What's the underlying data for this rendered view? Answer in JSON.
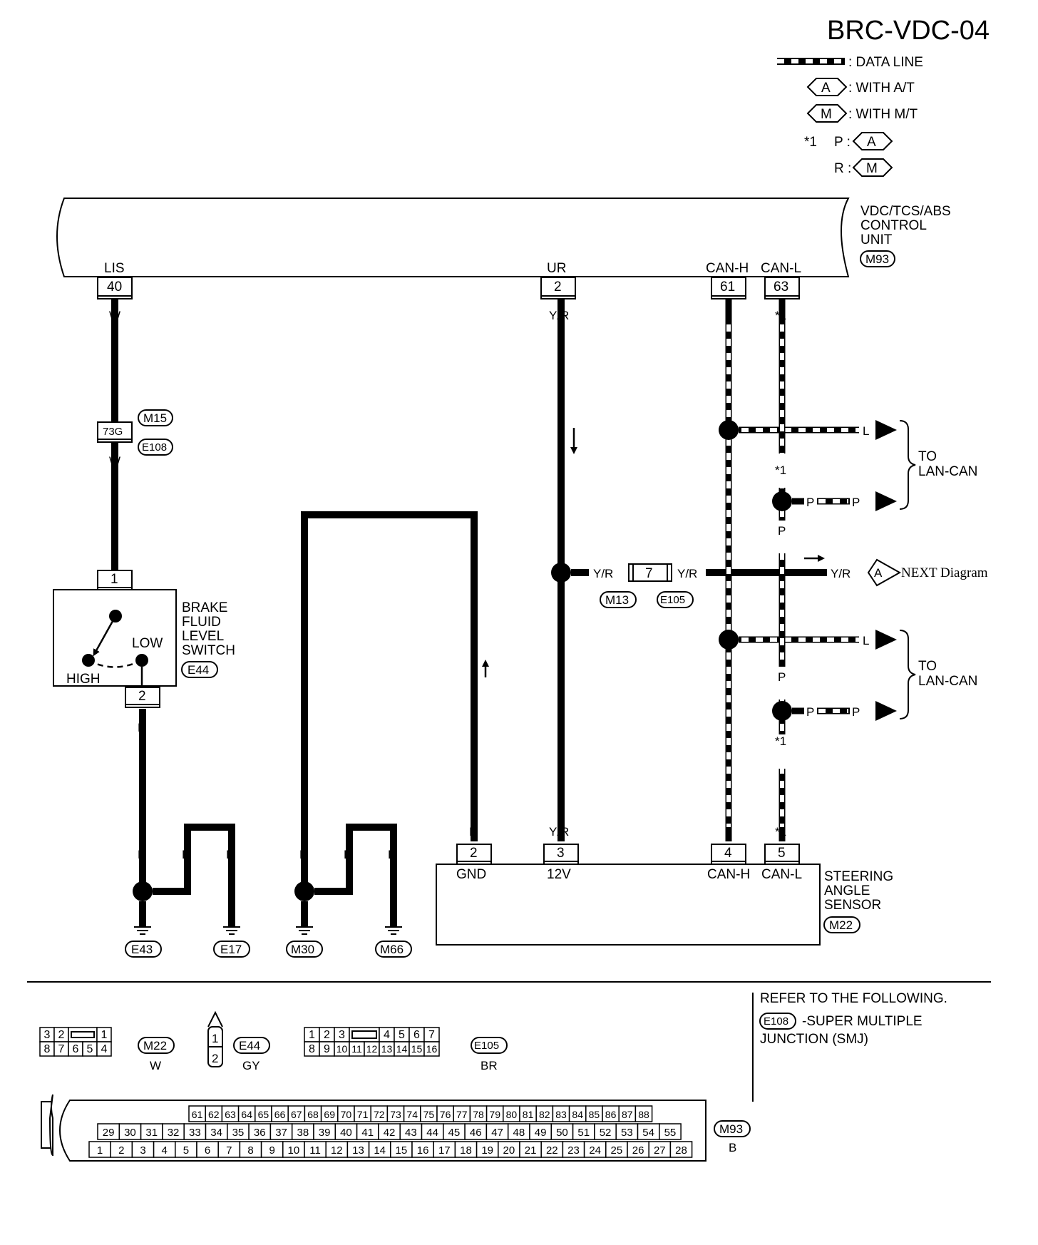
{
  "header": {
    "title": "BRC-VDC-04",
    "legend": {
      "data_line": ": DATA LINE",
      "with_at": ": WITH A/T",
      "with_mt": ": WITH M/T",
      "at_code": "A",
      "mt_code": "M",
      "star1": "*1",
      "p_prefix": "P :",
      "r_prefix": "R :"
    }
  },
  "control_unit": {
    "name_line1": "VDC/TCS/ABS",
    "name_line2": "CONTROL",
    "name_line3": "UNIT",
    "connector": "M93",
    "pins": [
      {
        "label": "LIS",
        "num": "40"
      },
      {
        "label": "UR",
        "num": "2"
      },
      {
        "label": "CAN-H",
        "num": "61"
      },
      {
        "label": "CAN-L",
        "num": "63"
      }
    ]
  },
  "wires": {
    "w": "W",
    "yr": "Y/R",
    "l": "L",
    "p": "P",
    "b": "B",
    "star1": "*1"
  },
  "junction": {
    "pin": "73G",
    "conn_top": "M15",
    "conn_bottom": "E108"
  },
  "brake_switch": {
    "line1": "BRAKE",
    "line2": "FLUID",
    "line3": "LEVEL",
    "line4": "SWITCH",
    "connector": "E44",
    "pin_top": "1",
    "pin_bottom": "2",
    "low": "LOW",
    "high": "HIGH"
  },
  "inline_connector": {
    "pin": "7",
    "left_conn": "M13",
    "right_conn": "E105"
  },
  "lan_can": {
    "to": "TO",
    "name": "LAN-CAN",
    "next": "NEXT Diagram",
    "next_code": "A"
  },
  "grounds": [
    "E43",
    "E17",
    "M30",
    "M66"
  ],
  "steering_sensor": {
    "line1": "STEERING",
    "line2": "ANGLE",
    "line3": "SENSOR",
    "connector": "M22",
    "pins": [
      {
        "num": "2",
        "label": "GND"
      },
      {
        "num": "3",
        "label": "12V"
      },
      {
        "num": "4",
        "label": "CAN-H"
      },
      {
        "num": "5",
        "label": "CAN-L"
      }
    ]
  },
  "connector_views": {
    "m22": {
      "name": "M22",
      "color": "W",
      "top": [
        "3",
        "2",
        "1"
      ],
      "bottom": [
        "8",
        "7",
        "6",
        "5",
        "4"
      ]
    },
    "e44": {
      "name": "E44",
      "color": "GY",
      "pins": [
        "1",
        "2"
      ]
    },
    "e105": {
      "name": "E105",
      "color": "BR",
      "top": [
        "1",
        "2",
        "3",
        "4",
        "5",
        "6",
        "7"
      ],
      "bottom": [
        "8",
        "9",
        "10",
        "11",
        "12",
        "13",
        "14",
        "15",
        "16"
      ]
    },
    "m93": {
      "name": "M93",
      "color": "B",
      "row1": [
        "61",
        "62",
        "63",
        "64",
        "65",
        "66",
        "67",
        "68",
        "69",
        "70",
        "71",
        "72",
        "73",
        "74",
        "75",
        "76",
        "77",
        "78",
        "79",
        "80",
        "81",
        "82",
        "83",
        "84",
        "85",
        "86",
        "87",
        "88"
      ],
      "row2": [
        "29",
        "30",
        "31",
        "32",
        "33",
        "34",
        "35",
        "36",
        "37",
        "38",
        "39",
        "40",
        "41",
        "42",
        "43",
        "44",
        "45",
        "46",
        "47",
        "48",
        "49",
        "50",
        "51",
        "52",
        "53",
        "54",
        "55"
      ],
      "row3": [
        "1",
        "2",
        "3",
        "4",
        "5",
        "6",
        "7",
        "8",
        "9",
        "10",
        "11",
        "12",
        "13",
        "14",
        "15",
        "16",
        "17",
        "18",
        "19",
        "20",
        "21",
        "22",
        "23",
        "24",
        "25",
        "26",
        "27",
        "28"
      ]
    }
  },
  "refer": {
    "line1": "REFER TO THE FOLLOWING.",
    "code": "E108",
    "line2": "-SUPER MULTIPLE",
    "line3": "JUNCTION (SMJ)"
  }
}
